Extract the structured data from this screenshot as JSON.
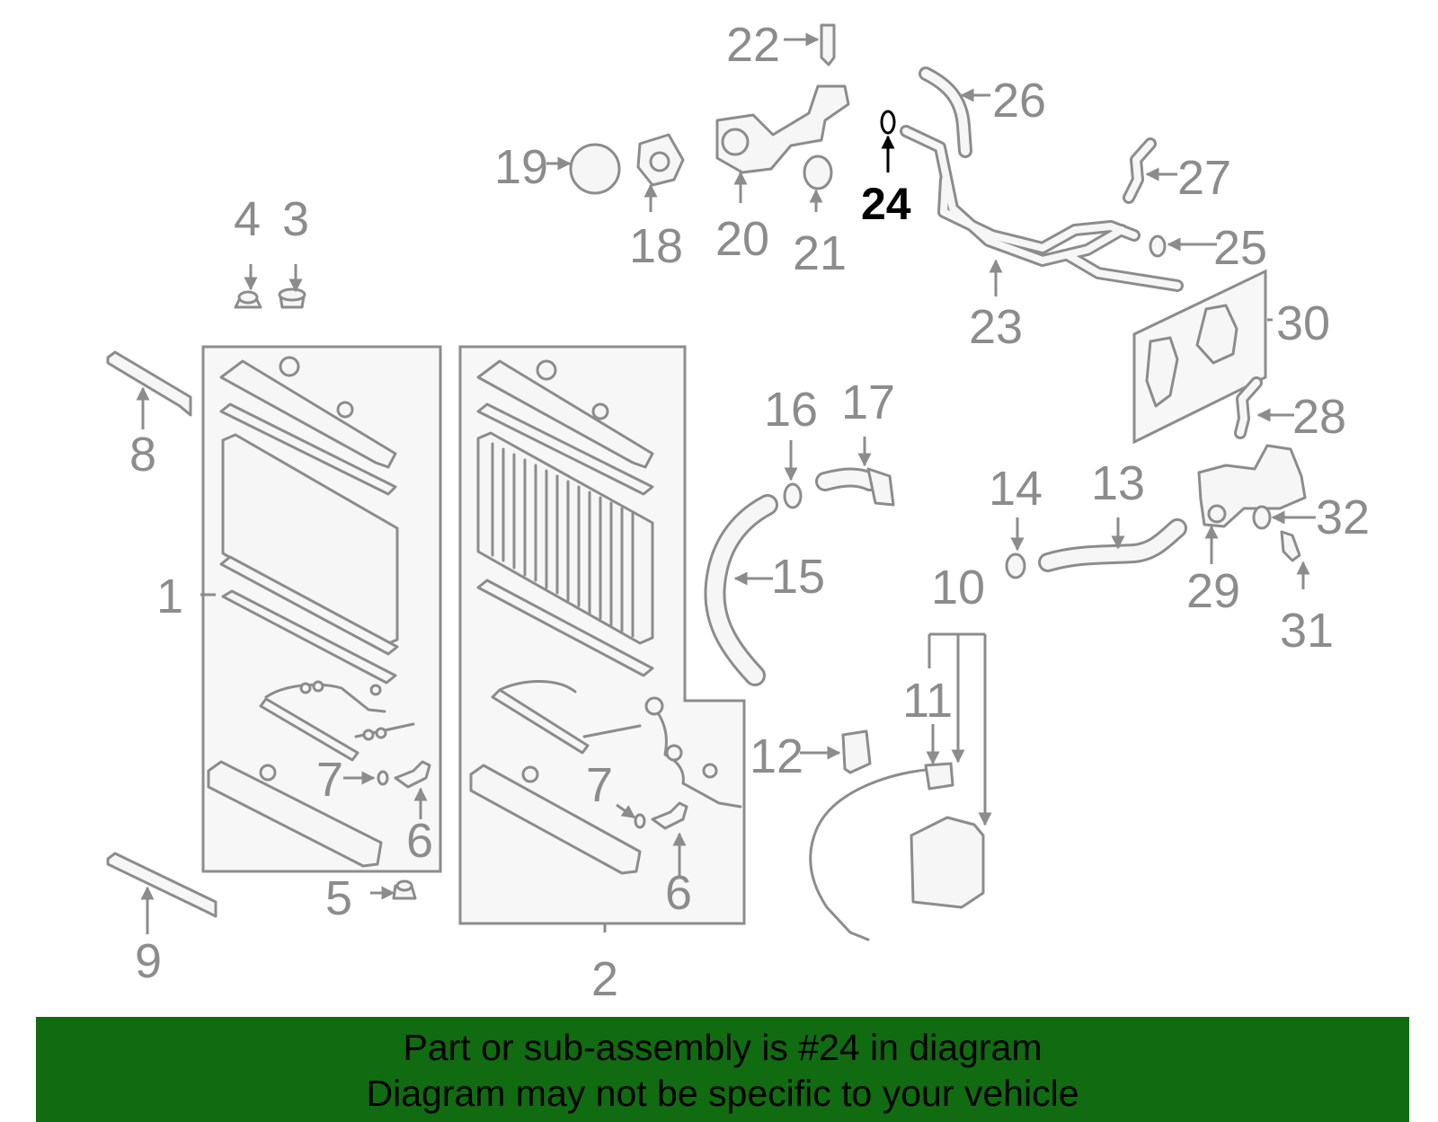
{
  "diagram": {
    "highlighted_part": "24",
    "callouts": [
      "1",
      "2",
      "3",
      "4",
      "5",
      "6",
      "6",
      "7",
      "7",
      "8",
      "9",
      "10",
      "11",
      "12",
      "13",
      "14",
      "15",
      "16",
      "17",
      "18",
      "19",
      "20",
      "21",
      "22",
      "23",
      "24",
      "25",
      "26",
      "27",
      "28",
      "29",
      "30",
      "31",
      "32"
    ]
  },
  "banner": {
    "line1": "Part or sub-assembly is #24 in diagram",
    "line2": "Diagram may not be specific to your vehicle",
    "background": "#116b11"
  },
  "colors": {
    "linework": "#8c8c8c",
    "highlight": "#000000"
  }
}
